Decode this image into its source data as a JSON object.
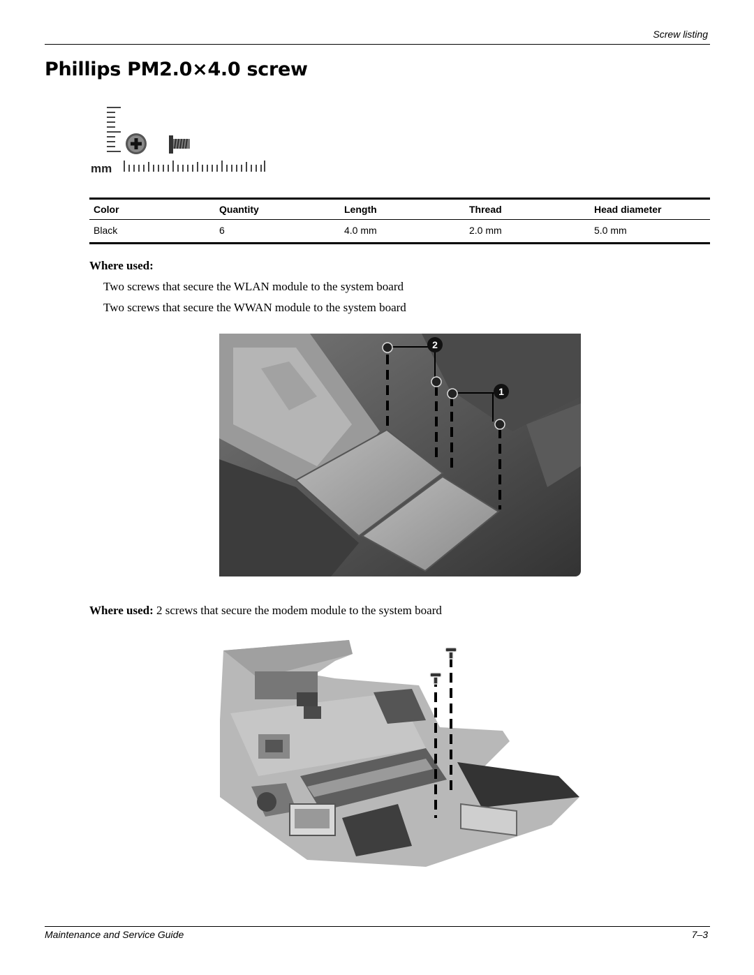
{
  "header": {
    "section": "Screw listing"
  },
  "title": "Phillips PM2.0×4.0 screw",
  "figure_scale": {
    "unit": "mm"
  },
  "spec_table": {
    "headers": [
      "Color",
      "Quantity",
      "Length",
      "Thread",
      "Head diameter"
    ],
    "rows": [
      [
        "Black",
        "6",
        "4.0 mm",
        "2.0 mm",
        "5.0 mm"
      ]
    ]
  },
  "where_used": {
    "label": "Where used:",
    "lines": [
      "Two screws that secure the WLAN module to the system board",
      "Two screws that secure the WWAN module to the system board"
    ]
  },
  "photo1": {
    "callouts": [
      "2",
      "1"
    ]
  },
  "modem": {
    "label": "Where used:",
    "text": " 2 screws that secure the modem module to the system board"
  },
  "footer": {
    "title": "Maintenance and Service Guide",
    "page": "7–3"
  }
}
